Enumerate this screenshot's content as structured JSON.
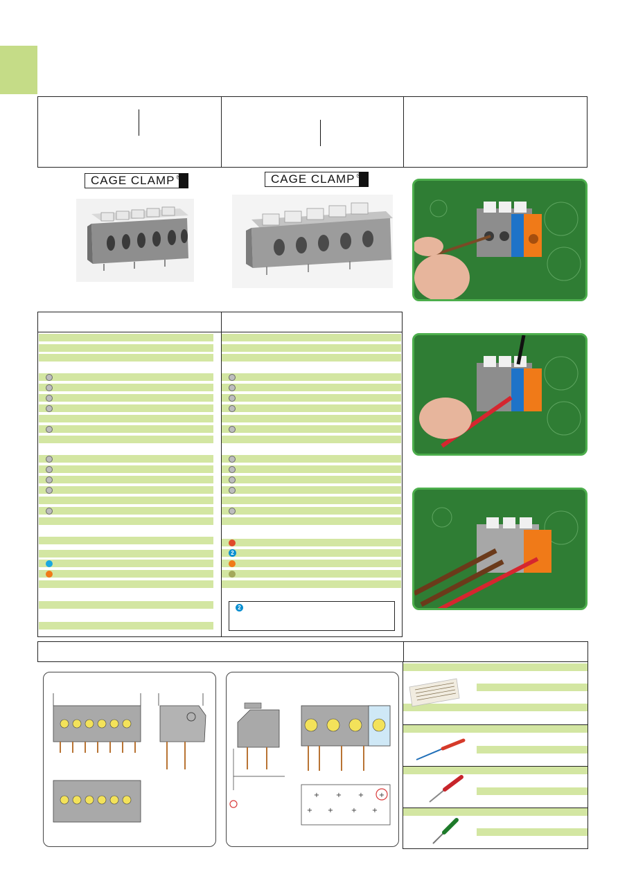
{
  "logos": {
    "left": "CAGE CLAMP",
    "right": "CAGE CLAMP",
    "reg_mark": "®"
  },
  "colors": {
    "accent_green": "#c5dc87",
    "row_green": "#d3e6a2",
    "frame_green": "#4cae4c",
    "dot_gray": "#bdbdbd",
    "dot_red": "#e04a2a",
    "dot_blue": "#1aa8e0",
    "dot_orange": "#f07a18",
    "dot_olive": "#a3a85a"
  },
  "note": {
    "badge": "2"
  },
  "legend": {
    "badge": "2"
  }
}
